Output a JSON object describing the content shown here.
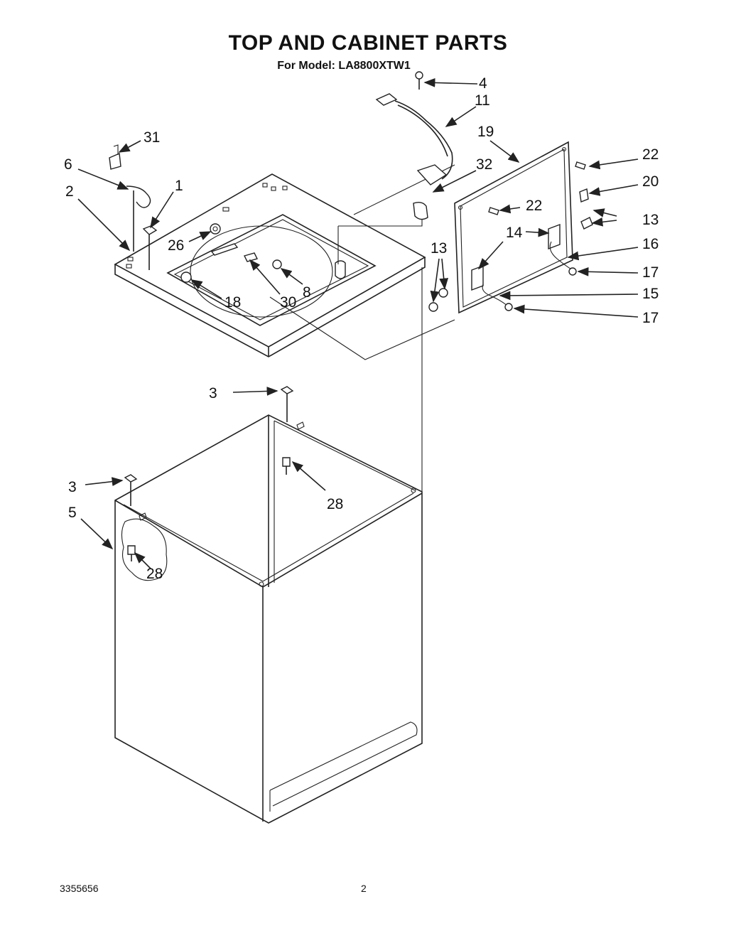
{
  "header": {
    "title": "TOP AND CABINET PARTS",
    "subtitle": "For Model: LA8800XTW1"
  },
  "callouts": {
    "c4": "4",
    "c11": "11",
    "c19": "19",
    "c22a": "22",
    "c31": "31",
    "c32": "32",
    "c6": "6",
    "c1": "1",
    "c2": "2",
    "c20": "20",
    "c22b": "22",
    "c13a": "13",
    "c26": "26",
    "c14": "14",
    "c13b": "13",
    "c16": "16",
    "c17a": "17",
    "c15": "15",
    "c17b": "17",
    "c18": "18",
    "c30": "30",
    "c8": "8",
    "c3a": "3",
    "c28a": "28",
    "c3b": "3",
    "c5": "5",
    "c28b": "28"
  },
  "footer": {
    "doc_number": "3355656",
    "page_number": "2"
  }
}
